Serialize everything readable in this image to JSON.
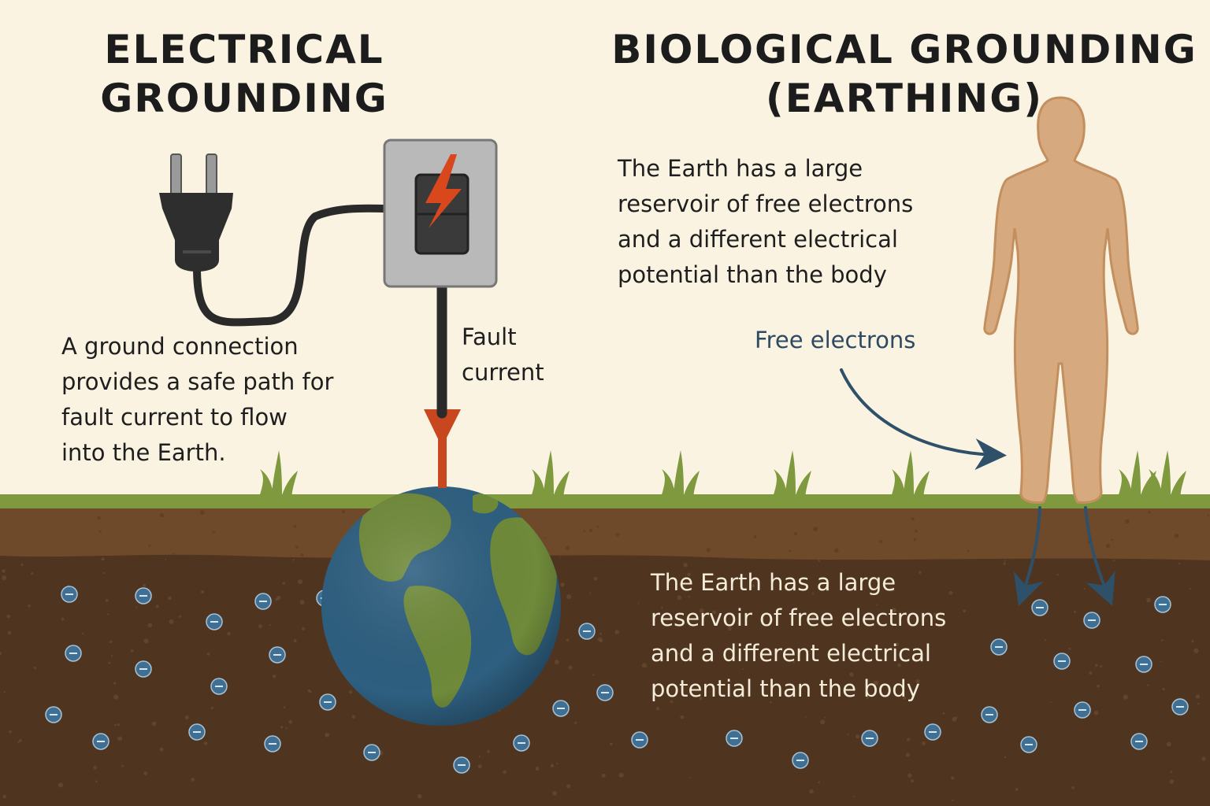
{
  "left_panel": {
    "title_lines": [
      "ELECTRICAL",
      "GROUNDING"
    ],
    "description_lines": [
      "A ground connection",
      "provides a safe path for",
      "fault current to flow",
      "into the Earth."
    ],
    "fault_label_lines": [
      "Fault",
      "current"
    ]
  },
  "right_panel": {
    "title_lines": [
      "BIOLOGICAL GROUNDING",
      "(EARTHING)"
    ],
    "description_lines": [
      "The Earth has a large",
      "reservoir of free electrons",
      "and a different electrical",
      "potential than the body"
    ],
    "electrons_label": "Free electrons",
    "soil_caption_lines": [
      "The Earth has a large",
      "reservoir of free electrons",
      "and a different electrical",
      "potential than the body"
    ]
  },
  "colors": {
    "sky": "#faf3e1",
    "grass": "#7f9a3e",
    "topsoil": "#6e4a2a",
    "deep_soil": "#4f3420",
    "fault_arrow": "#c9471e",
    "electron_arrow": "#2f5069",
    "electron": "#3f6f92",
    "body": "#d6aa7e",
    "earth_ocean": "#2e5f80",
    "earth_land": "#6f8a3a"
  },
  "icons": [
    "plug-icon",
    "outlet-icon",
    "lightning-icon",
    "globe-icon",
    "human-figure-icon",
    "electron-icon"
  ]
}
